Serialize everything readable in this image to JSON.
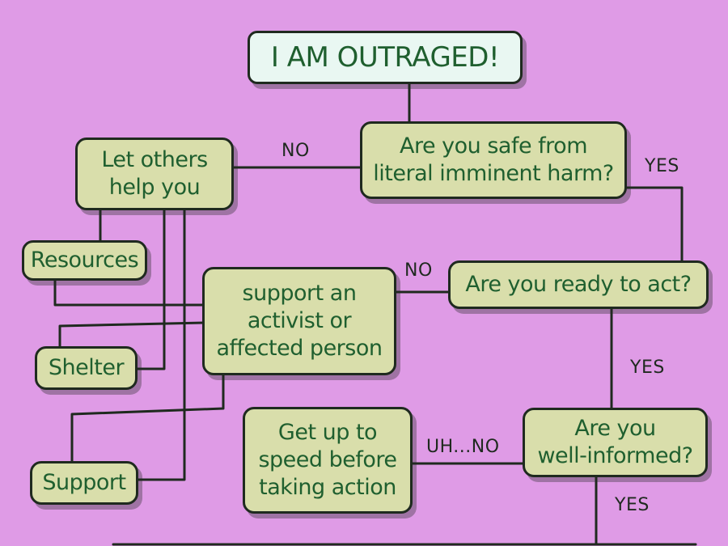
{
  "diagram": {
    "background_color": "#df9be6",
    "node_fill": "#d9deab",
    "title_fill": "#e9f7f2",
    "text_color": "#1f5f2f",
    "line_color": "#1f2a1f",
    "nodes": {
      "outraged": "I AM OUTRAGED!",
      "safe": "Are you safe from\nliteral imminent harm?",
      "let_others": "Let others\nhelp you",
      "resources": "Resources",
      "support_activist": "support an\nactivist or\naffected person",
      "ready": "Are you ready to act?",
      "shelter": "Shelter",
      "well_informed": "Are you\nwell-informed?",
      "get_up_to_speed": "Get up to\nspeed before\ntaking action",
      "support": "Support"
    },
    "edge_labels": {
      "safe_no": "NO",
      "safe_yes": "YES",
      "ready_no": "NO",
      "ready_yes": "YES",
      "informed_no": "UH...NO",
      "informed_yes": "YES"
    }
  }
}
